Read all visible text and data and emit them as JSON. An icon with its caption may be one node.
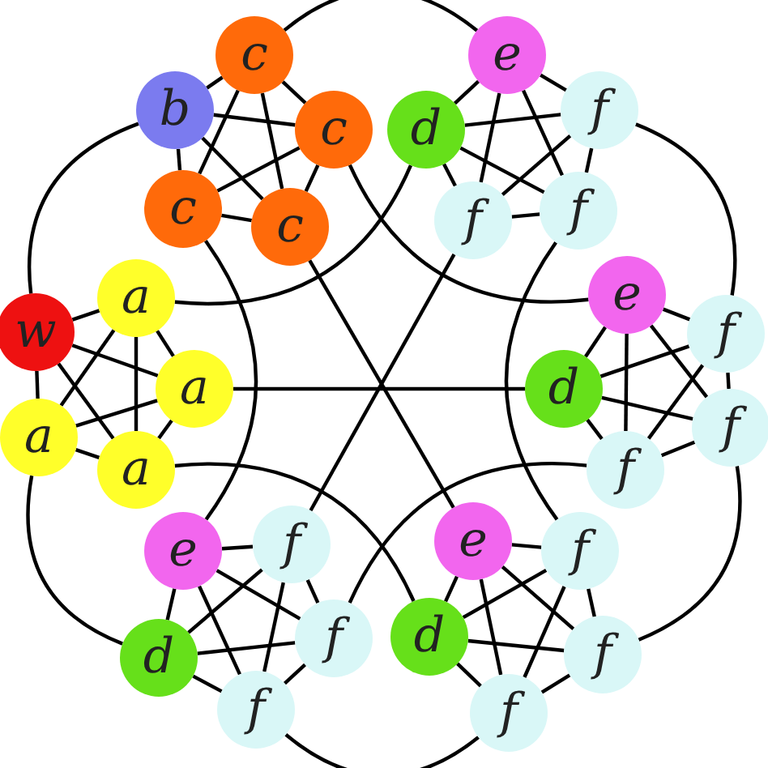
{
  "diagram": {
    "nodes": [
      {
        "text": [
          "b"
        ]
      },
      {
        "text": [
          "c"
        ]
      },
      {
        "text": [
          "c"
        ]
      },
      {
        "text": [
          "c"
        ]
      },
      {
        "text": [
          "c"
        ]
      },
      {
        "text": [
          "e"
        ]
      },
      {
        "text": [
          "d"
        ]
      },
      {
        "text": [
          "f"
        ]
      },
      {
        "text": [
          "f"
        ]
      },
      {
        "text": [
          "f"
        ]
      },
      {
        "text": [
          "e"
        ]
      },
      {
        "text": [
          "f"
        ]
      },
      {
        "text": [
          "d"
        ]
      },
      {
        "text": [
          "f"
        ]
      },
      {
        "text": [
          "f"
        ]
      },
      {
        "text": [
          "w"
        ]
      },
      {
        "text": [
          "a"
        ]
      },
      {
        "text": [
          "a"
        ]
      },
      {
        "text": [
          "a"
        ]
      },
      {
        "text": [
          "a"
        ]
      },
      {
        "text": [
          "e"
        ]
      },
      {
        "text": [
          "f"
        ]
      },
      {
        "text": [
          "d"
        ]
      },
      {
        "text": [
          "f"
        ]
      },
      {
        "text": [
          "f"
        ]
      },
      {
        "text": [
          "e"
        ]
      },
      {
        "text": [
          "f"
        ]
      },
      {
        "text": [
          "d"
        ]
      },
      {
        "text": [
          "f"
        ]
      },
      {
        "text": [
          "f"
        ]
      }
    ],
    "edges": [
      {
        "from": 0,
        "to": 1,
        "arrow": "none"
      },
      {
        "from": 0,
        "to": 2,
        "arrow": "none"
      },
      {
        "from": 0,
        "to": 3,
        "arrow": "none"
      },
      {
        "from": 0,
        "to": 4,
        "arrow": "none"
      },
      {
        "from": 1,
        "to": 2,
        "arrow": "none"
      },
      {
        "from": 1,
        "to": 3,
        "arrow": "none"
      },
      {
        "from": 1,
        "to": 4,
        "arrow": "none"
      },
      {
        "from": 2,
        "to": 3,
        "arrow": "none"
      },
      {
        "from": 2,
        "to": 4,
        "arrow": "none"
      },
      {
        "from": 3,
        "to": 4,
        "arrow": "none"
      },
      {
        "from": 5,
        "to": 6,
        "arrow": "none"
      },
      {
        "from": 5,
        "to": 7,
        "arrow": "none"
      },
      {
        "from": 5,
        "to": 8,
        "arrow": "none"
      },
      {
        "from": 5,
        "to": 9,
        "arrow": "none"
      },
      {
        "from": 6,
        "to": 7,
        "arrow": "none"
      },
      {
        "from": 6,
        "to": 8,
        "arrow": "none"
      },
      {
        "from": 6,
        "to": 9,
        "arrow": "none"
      },
      {
        "from": 7,
        "to": 8,
        "arrow": "none"
      },
      {
        "from": 7,
        "to": 9,
        "arrow": "none"
      },
      {
        "from": 8,
        "to": 9,
        "arrow": "none"
      },
      {
        "from": 10,
        "to": 11,
        "arrow": "none"
      },
      {
        "from": 10,
        "to": 12,
        "arrow": "none"
      },
      {
        "from": 10,
        "to": 13,
        "arrow": "none"
      },
      {
        "from": 10,
        "to": 14,
        "arrow": "none"
      },
      {
        "from": 11,
        "to": 12,
        "arrow": "none"
      },
      {
        "from": 11,
        "to": 13,
        "arrow": "none"
      },
      {
        "from": 11,
        "to": 14,
        "arrow": "none"
      },
      {
        "from": 12,
        "to": 13,
        "arrow": "none"
      },
      {
        "from": 12,
        "to": 14,
        "arrow": "none"
      },
      {
        "from": 13,
        "to": 14,
        "arrow": "none"
      },
      {
        "from": 15,
        "to": 16,
        "arrow": "none"
      },
      {
        "from": 15,
        "to": 17,
        "arrow": "none"
      },
      {
        "from": 15,
        "to": 18,
        "arrow": "none"
      },
      {
        "from": 15,
        "to": 19,
        "arrow": "none"
      },
      {
        "from": 16,
        "to": 17,
        "arrow": "none"
      },
      {
        "from": 16,
        "to": 18,
        "arrow": "none"
      },
      {
        "from": 16,
        "to": 19,
        "arrow": "none"
      },
      {
        "from": 17,
        "to": 18,
        "arrow": "none"
      },
      {
        "from": 17,
        "to": 19,
        "arrow": "none"
      },
      {
        "from": 18,
        "to": 19,
        "arrow": "none"
      },
      {
        "from": 20,
        "to": 21,
        "arrow": "none"
      },
      {
        "from": 20,
        "to": 22,
        "arrow": "none"
      },
      {
        "from": 20,
        "to": 23,
        "arrow": "none"
      },
      {
        "from": 20,
        "to": 24,
        "arrow": "none"
      },
      {
        "from": 21,
        "to": 22,
        "arrow": "none"
      },
      {
        "from": 21,
        "to": 23,
        "arrow": "none"
      },
      {
        "from": 21,
        "to": 24,
        "arrow": "none"
      },
      {
        "from": 22,
        "to": 23,
        "arrow": "none"
      },
      {
        "from": 22,
        "to": 24,
        "arrow": "none"
      },
      {
        "from": 23,
        "to": 24,
        "arrow": "none"
      },
      {
        "from": 25,
        "to": 26,
        "arrow": "none"
      },
      {
        "from": 25,
        "to": 27,
        "arrow": "none"
      },
      {
        "from": 25,
        "to": 28,
        "arrow": "none"
      },
      {
        "from": 25,
        "to": 29,
        "arrow": "none"
      },
      {
        "from": 26,
        "to": 27,
        "arrow": "none"
      },
      {
        "from": 26,
        "to": 28,
        "arrow": "none"
      },
      {
        "from": 26,
        "to": 29,
        "arrow": "none"
      },
      {
        "from": 27,
        "to": 28,
        "arrow": "none"
      },
      {
        "from": 27,
        "to": 29,
        "arrow": "none"
      },
      {
        "from": 28,
        "to": 29,
        "arrow": "none"
      },
      {
        "from": 1,
        "to": 5,
        "arrow": "none"
      },
      {
        "from": 0,
        "to": 15,
        "arrow": "none"
      },
      {
        "from": 18,
        "to": 22,
        "arrow": "none"
      },
      {
        "from": 24,
        "to": 29,
        "arrow": "none"
      },
      {
        "from": 28,
        "to": 13,
        "arrow": "none"
      },
      {
        "from": 7,
        "to": 11,
        "arrow": "none"
      },
      {
        "from": 3,
        "to": 20,
        "arrow": "none"
      },
      {
        "from": 2,
        "to": 10,
        "arrow": "none"
      },
      {
        "from": 16,
        "to": 6,
        "arrow": "none"
      },
      {
        "from": 19,
        "to": 27,
        "arrow": "none"
      },
      {
        "from": 23,
        "to": 14,
        "arrow": "none"
      },
      {
        "from": 9,
        "to": 26,
        "arrow": "none"
      },
      {
        "from": 17,
        "to": 12,
        "arrow": "none"
      },
      {
        "from": 4,
        "to": 25,
        "arrow": "none"
      },
      {
        "from": 8,
        "to": 21,
        "arrow": "none"
      }
    ]
  }
}
